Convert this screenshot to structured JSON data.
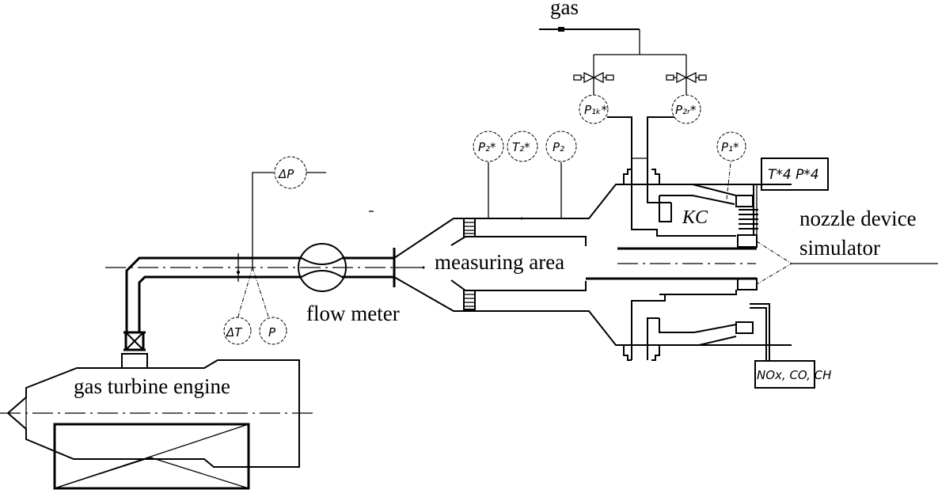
{
  "diagram": {
    "labels": {
      "gas": "gas",
      "flow_meter": "flow meter",
      "measuring_area": "measuring area",
      "nozzle_line1": "nozzle device",
      "nozzle_line2": "simulator",
      "engine": "gas turbine engine",
      "combustion_chamber": "KC"
    },
    "instruments": {
      "delta_p": "ΔP",
      "delta_t": "ΔT",
      "p": "P",
      "p2_star": "P₂*",
      "t2_star": "T₂*",
      "p2": "P₂",
      "p1k_star": "P₁ₖ*",
      "p2r_star": "P₂ᵣ*",
      "p1_star": "P₁*"
    },
    "boxes": {
      "outlet_params": "T*4 P*4",
      "emissions": "NOx, CO, CH"
    }
  }
}
